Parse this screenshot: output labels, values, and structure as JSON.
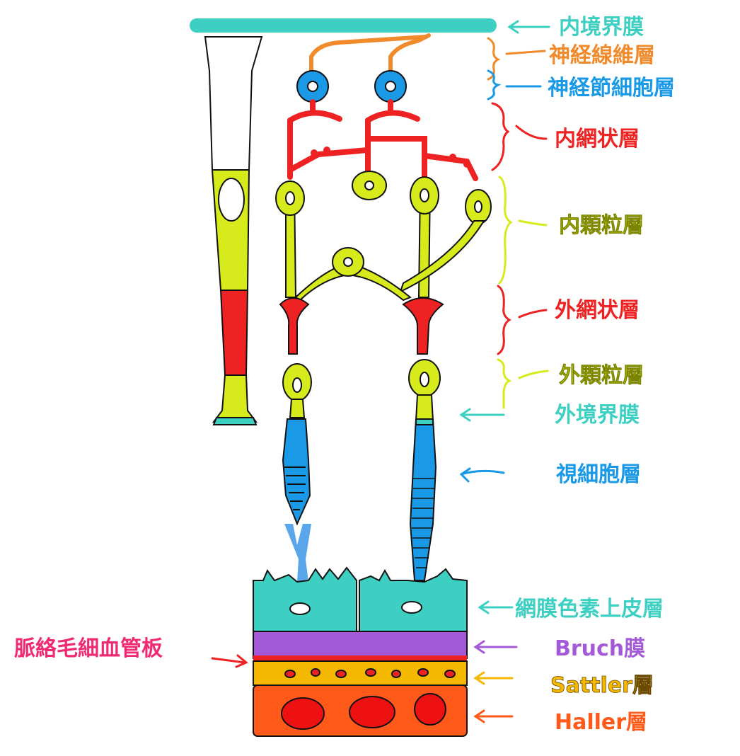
{
  "colors": {
    "teal": "#3dd0c2",
    "orange": "#f08a2a",
    "blue": "#1a9ae6",
    "red": "#ee2222",
    "yellow": "#d6ea1c",
    "purple": "#a45ad8",
    "gold": "#f5b800",
    "haller": "#ff5a1a",
    "pink": "#f02a72",
    "light_blue": "#5aa6ea"
  },
  "labels": {
    "ilm": "内境界膜",
    "nfl": "神経線維層",
    "gcl": "神経節細胞層",
    "ipl": "内網状層",
    "inl": "内顆粒層",
    "opl": "外網状層",
    "onl": "外顆粒層",
    "elm": "外境界膜",
    "photoreceptor": "視細胞層",
    "rpe": "網膜色素上皮層",
    "bruch": "Bruch膜",
    "sattler": "Sattler層",
    "haller": "Haller層",
    "choriocapillaris": "脈絡毛細血管板"
  }
}
